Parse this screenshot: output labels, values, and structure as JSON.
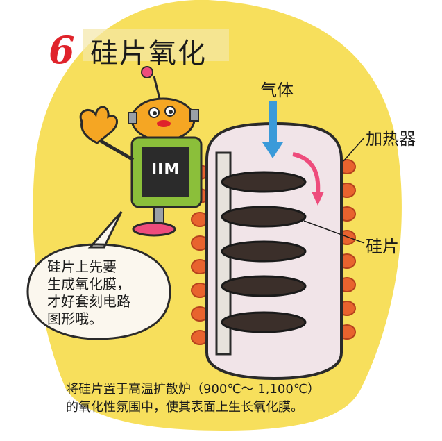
{
  "title": {
    "number": "6",
    "text": "硅片氧化"
  },
  "labels": {
    "gas": "气体",
    "heater": "加热器",
    "wafer": "硅片"
  },
  "speech_bubble": {
    "lines": [
      "硅片上先要",
      "生成氧化膜，",
      "才好套刻电路",
      "图形哦。"
    ]
  },
  "caption": {
    "lines": [
      "将硅片置于高温扩散炉（900℃～ 1,100℃）",
      "的氧化性氛围中，使其表面上生长氧化膜。"
    ]
  },
  "robot": {
    "chest_letters": "IIM"
  },
  "colors": {
    "background": "#f7df5c",
    "furnace": "#f1e4e8",
    "heater_coil": "#e8632e",
    "wafer": "#3b2f2a",
    "gas_arrow": "#3a9ad9",
    "flow_arrow": "#ee4c7c",
    "title_accent": "#e0232b"
  }
}
